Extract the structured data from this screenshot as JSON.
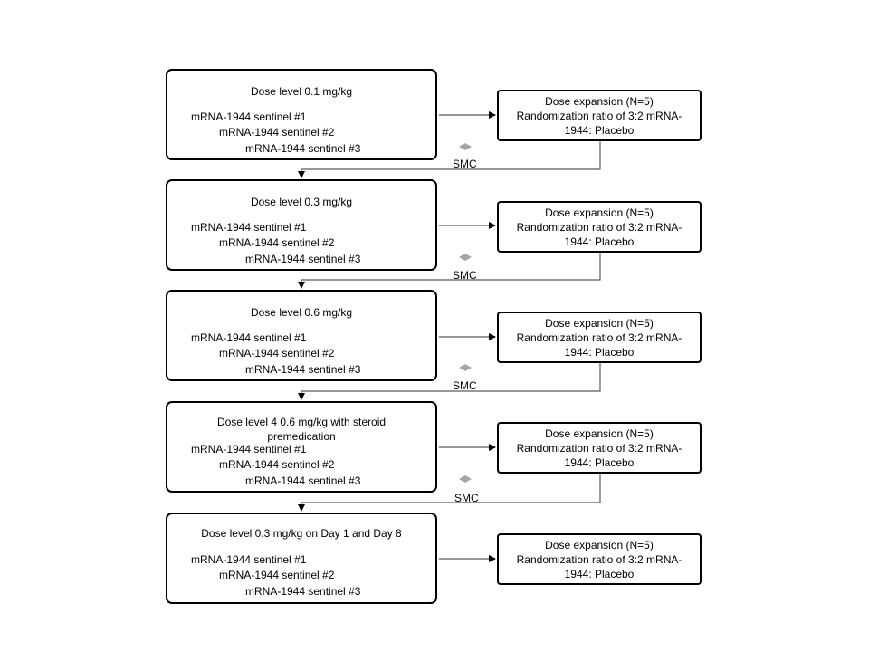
{
  "sentinels": [
    "mRNA-1944  sentinel #1",
    "mRNA-1944  sentinel #2",
    "mRNA-1944  sentinel #3"
  ],
  "rows": [
    {
      "dose_title": "Dose level  0.1 mg/kg",
      "expansion": {
        "line1": "Dose expansion (N=5)",
        "line2": "Randomization ratio of 3:2 mRNA-",
        "line3": "1944: Placebo"
      },
      "smc": "SMC"
    },
    {
      "dose_title": "Dose level  0.3 mg/kg",
      "expansion": {
        "line1": "Dose expansion (N=5)",
        "line2": "Randomization ratio of 3:2 mRNA-",
        "line3": "1944: Placebo"
      },
      "smc": "SMC"
    },
    {
      "dose_title": "Dose level  0.6 mg/kg",
      "expansion": {
        "line1": "Dose expansion (N=5)",
        "line2": "Randomization ratio of 3:2 mRNA-",
        "line3": "1944: Placebo"
      },
      "smc": "SMC"
    },
    {
      "dose_title": "Dose level  4  0.6 mg/kg with steroid",
      "dose_title_line2": "premedication",
      "expansion": {
        "line1": "Dose expansion (N=5)",
        "line2": "Randomization ratio of 3:2 mRNA-",
        "line3": "1944: Placebo"
      },
      "smc": "SMC"
    },
    {
      "dose_title": "Dose level  0.3 mg/kg on Day 1 and Day 8",
      "expansion": {
        "line1": "Dose expansion (N=5)",
        "line2": "Randomization ratio of 3:2 mRNA-",
        "line3": "1944: Placebo"
      }
    }
  ],
  "colors": {
    "line": "#595959",
    "border": "#000000",
    "diamond": "#a6a6a6"
  }
}
